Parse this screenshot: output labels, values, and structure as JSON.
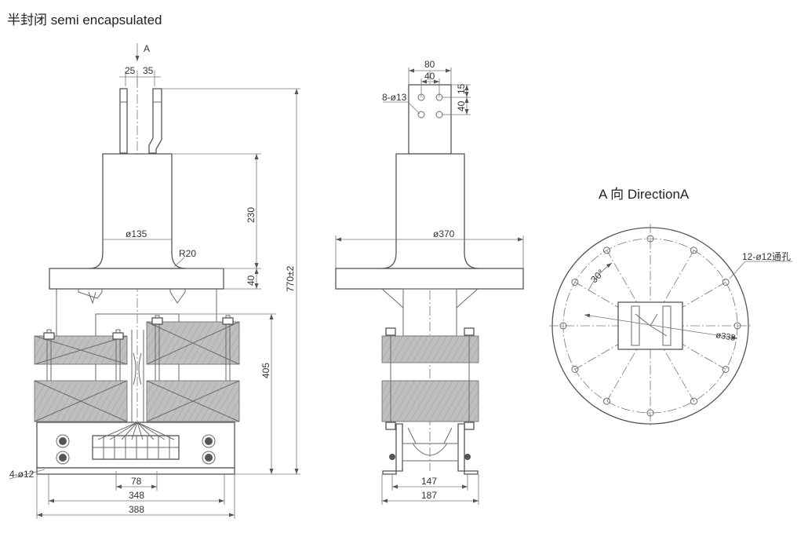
{
  "header": {
    "title": "半封闭  semi encapsulated",
    "view_title": "A 向  DirectionA"
  },
  "labels": {
    "arrow_a": "A",
    "d25": "25",
    "d35": "35",
    "d230": "230",
    "d_phi135": "ø135",
    "r20": "R20",
    "d40_left": "40",
    "d770": "770±2",
    "d405": "405",
    "hole_4": "4-ø12",
    "d78": "78",
    "d348": "348",
    "d388": "388",
    "d80": "80",
    "d40_top": "40",
    "d15": "15",
    "d40_side": "40",
    "hole_8": "8-ø13",
    "d_phi370": "ø370",
    "d147": "147",
    "d187": "187",
    "hole_12": "12-ø12通孔",
    "angle30": "30°",
    "d_phi338": "ø338"
  }
}
